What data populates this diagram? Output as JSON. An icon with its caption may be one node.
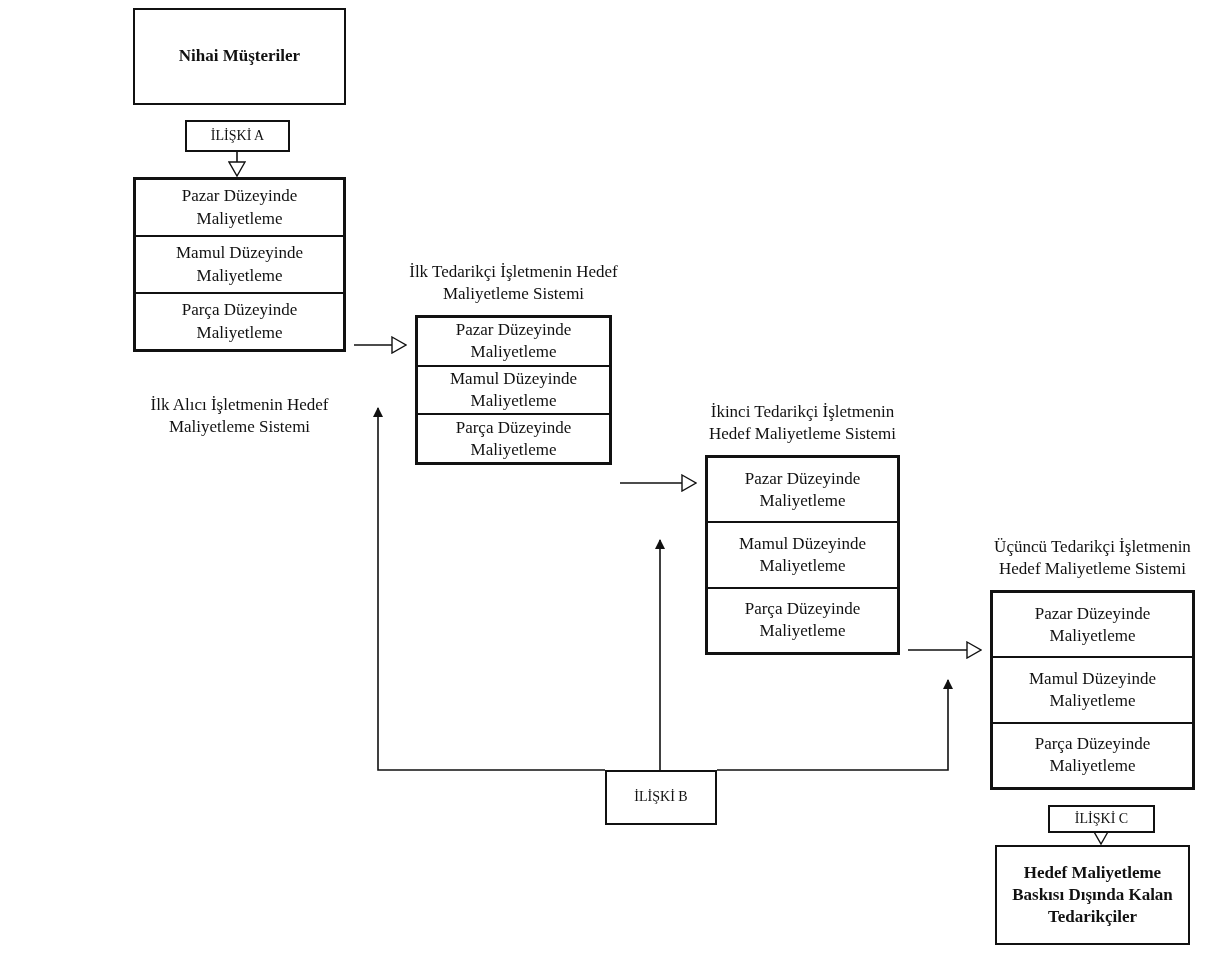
{
  "diagram": {
    "nodes": [
      {
        "text": [
          "Nihai Müşteriler"
        ]
      },
      {
        "text": [
          "İLİŞKİ A"
        ]
      },
      {
        "text": [
          "İlk Alıcı İşletmenin Hedef Maliyetleme Sistemi"
        ]
      },
      {
        "text": [
          "Pazar Düzeyinde Maliyetleme"
        ],
        "in": 2
      },
      {
        "text": [
          "Mamul Düzeyinde Maliyetleme"
        ],
        "in": 2
      },
      {
        "text": [
          "Parça Düzeyinde Maliyetleme"
        ],
        "in": 2
      },
      {
        "text": [
          "İlk Tedarikçi İşletmenin Hedef Maliyetleme Sistemi"
        ]
      },
      {
        "text": [
          "Pazar Düzeyinde Maliyetleme"
        ],
        "in": 6
      },
      {
        "text": [
          "Mamul Düzeyinde Maliyetleme"
        ],
        "in": 6
      },
      {
        "text": [
          "Parça Düzeyinde Maliyetleme"
        ],
        "in": 6
      },
      {
        "text": [
          "İkinci Tedarikçi İşletmenin Hedef Maliyetleme Sistemi"
        ]
      },
      {
        "text": [
          "Pazar Düzeyinde Maliyetleme"
        ],
        "in": 10
      },
      {
        "text": [
          "Mamul Düzeyinde Maliyetleme"
        ],
        "in": 10
      },
      {
        "text": [
          "Parça Düzeyinde Maliyetleme"
        ],
        "in": 10
      },
      {
        "text": [
          "Üçüncü Tedarikçi İşletmenin Hedef Maliyetleme Sistemi"
        ]
      },
      {
        "text": [
          "Pazar Düzeyinde Maliyetleme"
        ],
        "in": 14
      },
      {
        "text": [
          "Mamul Düzeyinde Maliyetleme"
        ],
        "in": 14
      },
      {
        "text": [
          "Parça Düzeyinde Maliyetleme"
        ],
        "in": 14
      },
      {
        "text": [
          "İLİŞKİ C"
        ]
      },
      {
        "text": [
          "Hedef Maliyetleme Baskısı Dışında Kalan Tedarikçiler"
        ]
      },
      {
        "text": [
          "İLİŞKİ B"
        ]
      }
    ],
    "edges": [
      {
        "from": 1,
        "to": 2,
        "arrow": "to"
      },
      {
        "from": 2,
        "to": 6,
        "arrow": "to"
      },
      {
        "from": 6,
        "to": 10,
        "arrow": "to"
      },
      {
        "from": 10,
        "to": 14,
        "arrow": "to"
      },
      {
        "from": 20,
        "to": null,
        "arrow": "to"
      },
      {
        "from": 20,
        "to": null,
        "arrow": "to"
      },
      {
        "from": 20,
        "to": null,
        "arrow": "to"
      },
      {
        "from": 18,
        "to": 19,
        "arrow": "to"
      }
    ]
  }
}
